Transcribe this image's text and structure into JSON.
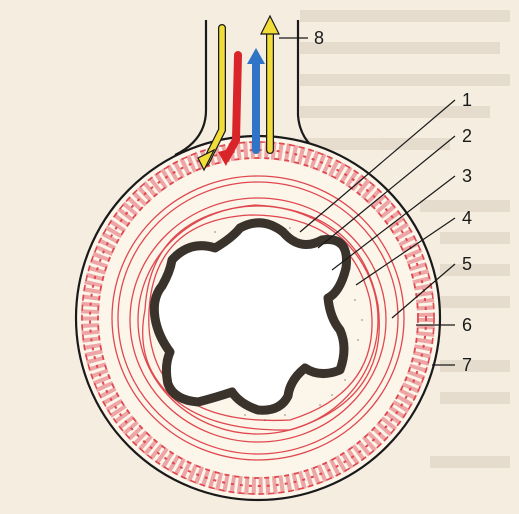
{
  "diagram": {
    "labels": [
      {
        "id": "1",
        "text": "1"
      },
      {
        "id": "2",
        "text": "2"
      },
      {
        "id": "3",
        "text": "3"
      },
      {
        "id": "4",
        "text": "4"
      },
      {
        "id": "5",
        "text": "5"
      },
      {
        "id": "6",
        "text": "6"
      },
      {
        "id": "7",
        "text": "7"
      },
      {
        "id": "8",
        "text": "8"
      }
    ],
    "colors": {
      "background": "#f5eee0",
      "outline": "#1a1a1a",
      "muscle_red": "#e0484f",
      "mucosa_dark": "#3a332c",
      "nerve_yellow": "#f2dc3a",
      "artery_red": "#d9252a",
      "vein_blue": "#2f74c6"
    }
  }
}
